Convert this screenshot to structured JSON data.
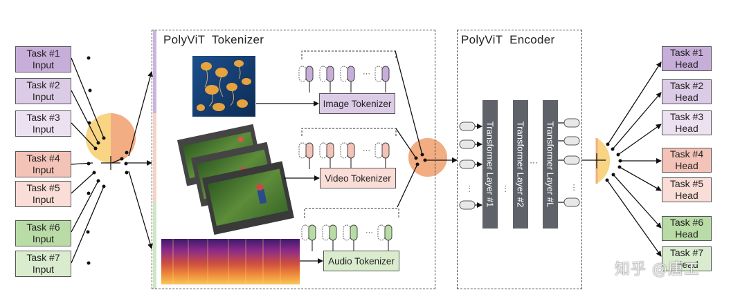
{
  "inputs": [
    {
      "label": "Task  #1\nInput",
      "color": "#c7aed9"
    },
    {
      "label": "Task  #2\nInput",
      "color": "#dccbe6"
    },
    {
      "label": "Task  #3\nInput",
      "color": "#ece1f1"
    },
    {
      "label": "Task  #4\nInput",
      "color": "#f3c3b8"
    },
    {
      "label": "Task  #5\nInput",
      "color": "#f9ddd6"
    },
    {
      "label": "Task  #6\nInput",
      "color": "#b9dca6"
    },
    {
      "label": "Task  #7\nInput",
      "color": "#d9ecce"
    }
  ],
  "heads": [
    {
      "label": "Task  #1\nHead",
      "color": "#c7aed9"
    },
    {
      "label": "Task  #2\nHead",
      "color": "#dccbe6"
    },
    {
      "label": "Task  #3\nHead",
      "color": "#ece1f1"
    },
    {
      "label": "Task  #4\nHead",
      "color": "#f3c3b8"
    },
    {
      "label": "Task  #5\nHead",
      "color": "#f9ddd6"
    },
    {
      "label": "Task  #6\nHead",
      "color": "#b9dca6"
    },
    {
      "label": "Task  #7\nHead",
      "color": "#d9ecce"
    }
  ],
  "tokenizer": {
    "title": "PolyViT  Tokenizer",
    "image_label": "Image Tokenizer",
    "video_label": "Video Tokenizer",
    "audio_label": "Audio Tokenizer",
    "ellipsis": "···"
  },
  "encoder": {
    "title": "PolyViT  Encoder",
    "layers": [
      "Transformer Layer #1",
      "Transformer Layer #2",
      "Transformer Layer #L"
    ],
    "ellipsis": "···"
  },
  "watermark": "知乎 @唐工",
  "colors": {
    "purple": "#c7aed9",
    "purple_dark": "#9b76bd",
    "pink": "#f3c3b8",
    "green": "#b9dca6",
    "orange": "#f2ad82",
    "yellow": "#f8d483",
    "layer": "#5f6268"
  }
}
